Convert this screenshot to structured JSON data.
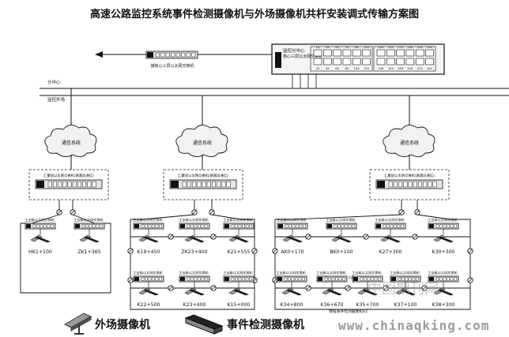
{
  "title": "高速公路监控系统事件检测摄像机与外场摄像机共杆安装调式传输方案图",
  "core": {
    "label_top": "监控分中心",
    "label_bottom": "核心三层以太网交换机",
    "port_numbers_top": [
      "1X",
      "3X",
      "5X",
      "7X",
      "9X",
      "11X",
      "13X",
      "15X",
      "17X",
      "19X",
      "21X",
      "23X"
    ],
    "port_numbers_bottom": [
      "2X",
      "4X",
      "6X",
      "8X",
      "10X",
      "12X",
      "14X",
      "16X",
      "18X",
      "20X",
      "22X",
      "24X"
    ]
  },
  "upper_switch_label": "接核心三层以太网交换机",
  "left_labels": {
    "center": "分中心",
    "field": "监控外场"
  },
  "cloud_label": "通信系统",
  "aggregation_switches": [
    "汇聚层以太网交换机(路基段通信)",
    "汇聚层以太网交换机(路基段通信)",
    "汇聚层以太网交换机(路基段通信)"
  ],
  "access_switch_label": "工业级以太网交换机",
  "groups": [
    {
      "name": "group-1",
      "rows": [
        [
          "HK1+100",
          "ZK1+365"
        ]
      ]
    },
    {
      "name": "group-2",
      "rows": [
        [
          "K19+450",
          "ZK23+400",
          "K21+555"
        ],
        [
          "K22+500",
          "K23+400",
          "K15+000"
        ]
      ]
    },
    {
      "name": "group-3",
      "rows": [
        [
          "AK0+170",
          "BK0+100",
          "K27+300",
          "K30+300"
        ],
        [
          "K34+800",
          "K36+670",
          "K35+700",
          "K37+100",
          "K38+300"
        ]
      ]
    }
  ],
  "x2_note": "x2",
  "k36_note": "增强事件检测摄像机x2",
  "legend": [
    {
      "label": "外场摄像机",
      "icon": "field-camera-icon"
    },
    {
      "label": "事件检测摄像机",
      "icon": "event-detection-camera-icon"
    }
  ],
  "watermark": {
    "cn": "中国期刊网",
    "url": "www.chinaqking.com"
  },
  "colors": {
    "line": "#111111",
    "dash": "#222222",
    "cloud": "#f2f2f2"
  }
}
